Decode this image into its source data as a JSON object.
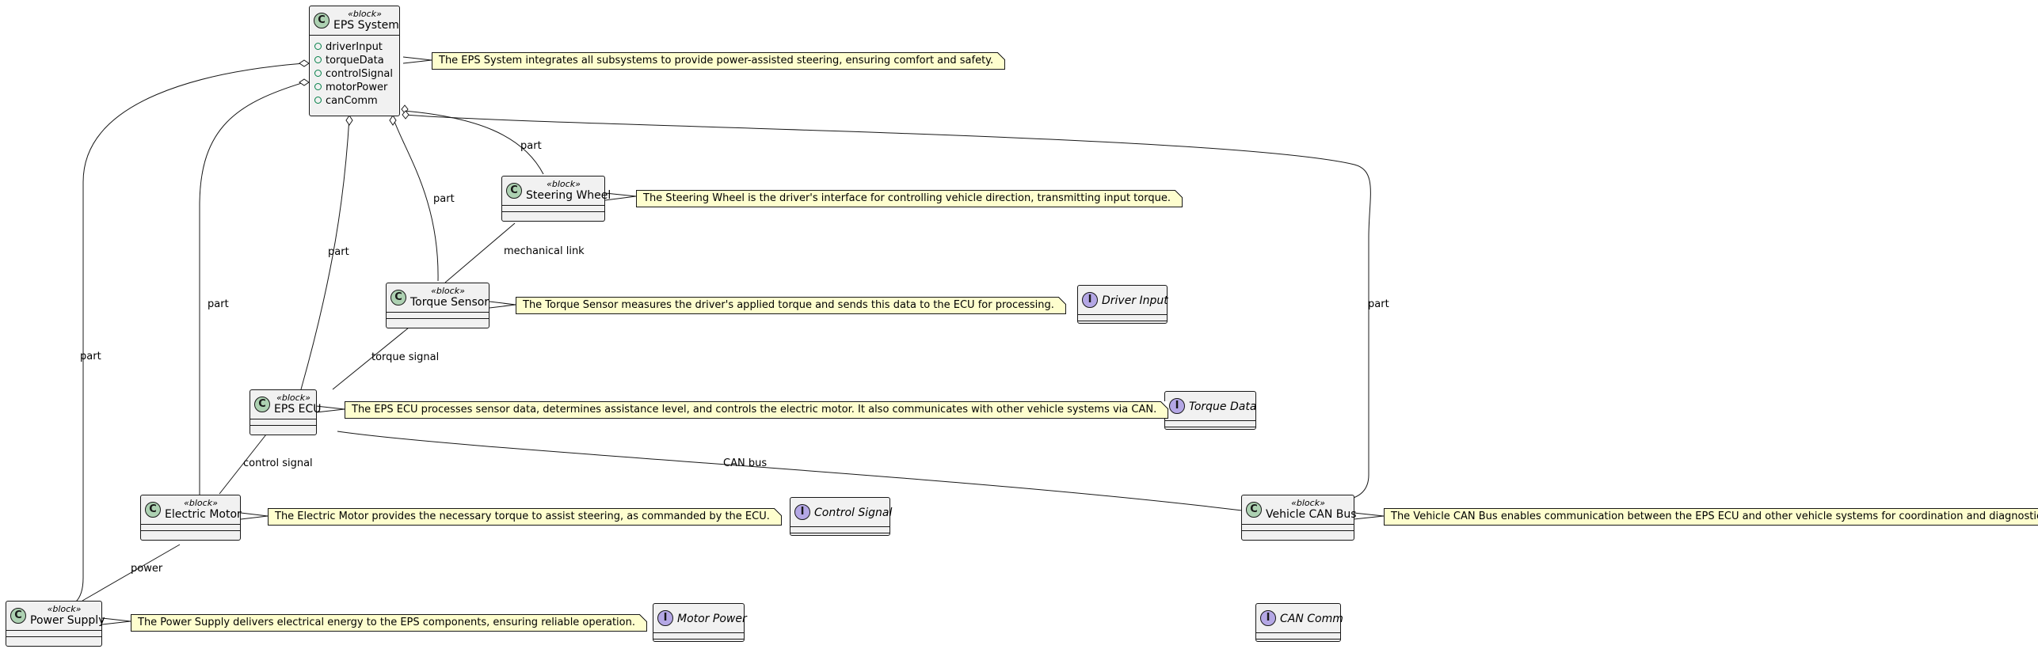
{
  "blocks": {
    "eps_system": {
      "stereotype": "«block»",
      "name": "EPS System",
      "attributes": [
        "driverInput",
        "torqueData",
        "controlSignal",
        "motorPower",
        "canComm"
      ]
    },
    "steering_wheel": {
      "stereotype": "«block»",
      "name": "Steering Wheel"
    },
    "torque_sensor": {
      "stereotype": "«block»",
      "name": "Torque Sensor"
    },
    "eps_ecu": {
      "stereotype": "«block»",
      "name": "EPS ECU"
    },
    "electric_motor": {
      "stereotype": "«block»",
      "name": "Electric Motor"
    },
    "power_supply": {
      "stereotype": "«block»",
      "name": "Power Supply"
    },
    "vehicle_can_bus": {
      "stereotype": "«block»",
      "name": "Vehicle CAN Bus"
    }
  },
  "interfaces": {
    "driver_input": "Driver Input",
    "torque_data": "Torque Data",
    "control_signal": "Control Signal",
    "motor_power": "Motor Power",
    "can_comm": "CAN Comm"
  },
  "icons": {
    "class": "C",
    "interface": "I"
  },
  "notes": {
    "eps_system": "The EPS System integrates all subsystems to provide power-assisted steering, ensuring comfort and safety.",
    "steering_wheel": "The Steering Wheel is the driver's interface for controlling vehicle direction, transmitting input torque.",
    "torque_sensor": "The Torque Sensor measures the driver's applied torque and sends this data to the ECU for processing.",
    "eps_ecu": "The EPS ECU processes sensor data, determines assistance level, and controls the electric motor. It also communicates with other vehicle systems via CAN.",
    "electric_motor": "The Electric Motor provides the necessary torque to assist steering, as commanded by the ECU.",
    "vehicle_can_bus": "The Vehicle CAN Bus enables communication between the EPS ECU and other vehicle systems for coordination and diagnostics.",
    "power_supply": "The Power Supply delivers electrical energy to the EPS components, ensuring reliable operation."
  },
  "edge_labels": {
    "part_power_supply": "part",
    "part_electric_motor": "part",
    "part_eps_ecu": "part",
    "part_torque_sensor": "part",
    "part_steering_wheel": "part",
    "part_vehicle_can_bus": "part",
    "mechanical_link": "mechanical link",
    "torque_signal": "torque signal",
    "can_bus": "CAN bus",
    "control_signal": "control signal",
    "power": "power"
  },
  "colors": {
    "block_fill": "#f1f1f1",
    "block_border": "#181818",
    "class_icon": "#add1b2",
    "interface_icon": "#b4a7e5",
    "note_fill": "#fefece",
    "attribute_marker": "#038048"
  }
}
